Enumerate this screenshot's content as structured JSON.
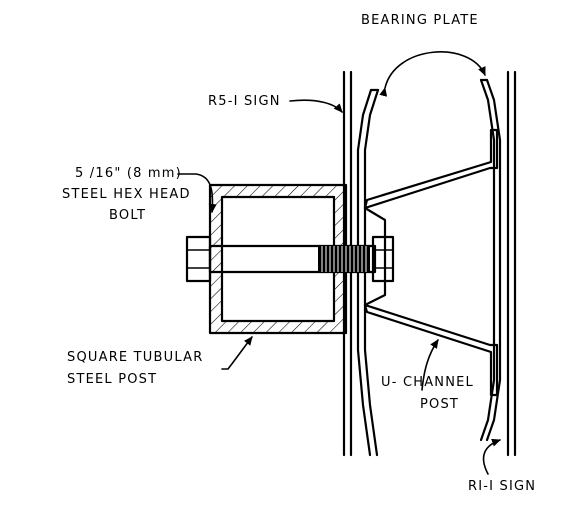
{
  "labels": {
    "bearing_plate": "BEARING PLATE",
    "r5_sign": "R5-I SIGN",
    "bolt_line1": "5 /16\" (8 mm)",
    "bolt_line2": "STEEL HEX HEAD",
    "bolt_line3": "BOLT",
    "square_post_line1": "SQUARE TUBULAR",
    "square_post_line2": "STEEL POST",
    "u_channel_line1": "U- CHANNEL",
    "u_channel_line2": "POST",
    "r1_sign": "RI-I SIGN"
  }
}
